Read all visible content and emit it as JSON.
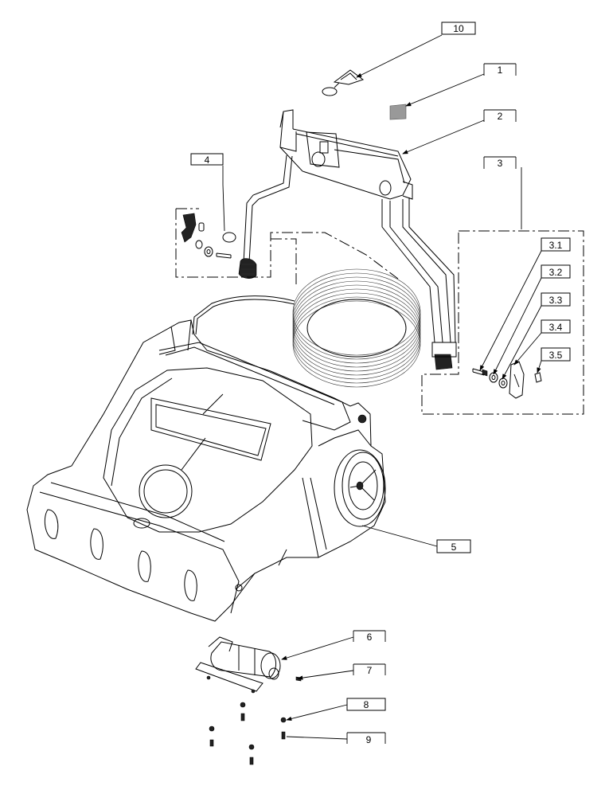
{
  "callouts": {
    "c10": "10",
    "c1": "1",
    "c2": "2",
    "c3": "3",
    "c4": "4",
    "c31": "3.1",
    "c32": "3.2",
    "c33": "3.3",
    "c34": "3.4",
    "c35": "3.5",
    "c5": "5",
    "c6": "6",
    "c7": "7",
    "c8": "8",
    "c9": "9"
  }
}
